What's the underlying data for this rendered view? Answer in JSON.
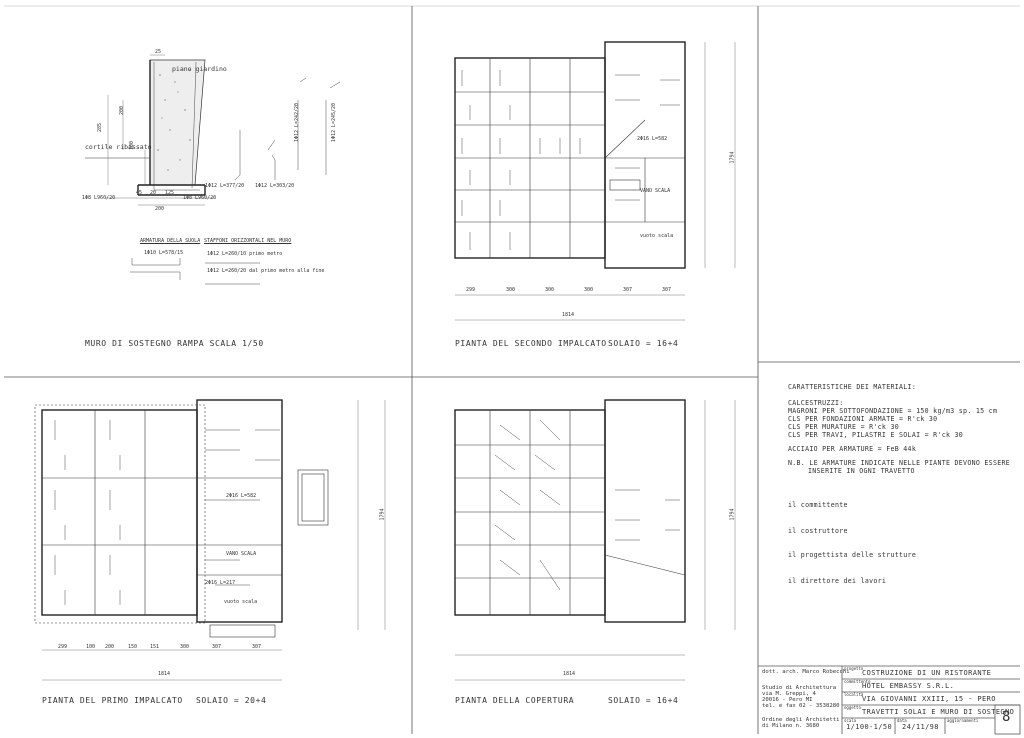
{
  "drawings": {
    "muro": {
      "caption": "MURO DI SOSTEGNO RAMPA SCALA 1/50",
      "piano_giardino": "piano giardino",
      "cortile": "cortile ribassato",
      "dims": [
        "25",
        "200",
        "285",
        "100",
        "45",
        "20",
        "125",
        "200"
      ],
      "bars": [
        "1Φ8 L960/20",
        "1Φ8 L960/20",
        "1Φ12 L=377/20",
        "1Φ12 L=303/20",
        "1Φ12 L=242/20",
        "1Φ12 L=245/20"
      ],
      "arm_suola": "ARMATURA DELLA SUOLA",
      "staffoni": "STAFFONI ORIZZONTALI NEL MURO",
      "suola_bar": "1Φ10 L=578/15",
      "muro_bar1": "1Φ12 L=260/10 primo metro",
      "muro_bar2": "1Φ12 L=260/20 dal primo metro alla fine"
    },
    "secondo": {
      "caption": "PIANTA DEL SECONDO IMPALCATO",
      "solaio": "SOLAIO = 16+4",
      "dims": [
        "299",
        "300",
        "300",
        "300",
        "307",
        "307"
      ],
      "total": "1814",
      "side": "1794",
      "vano": "VANO SCALA",
      "vuoto": "vuoto scala",
      "beam": "2Φ16 L=582"
    },
    "primo": {
      "caption": "PIANTA DEL PRIMO IMPALCATO",
      "solaio": "SOLAIO = 20+4",
      "dims": [
        "299",
        "100",
        "200",
        "150",
        "151",
        "300",
        "307",
        "307"
      ],
      "total": "1814",
      "side": "1794",
      "vano": "VANO SCALA",
      "vuoto": "vuoto scala",
      "beam": "2Φ16 L=582",
      "bar_217": "2Φ16 L=217"
    },
    "copertura": {
      "caption": "PIANTA DELLA COPERTURA",
      "solaio": "SOLAIO = 16+4",
      "total": "1814",
      "side": "1794"
    }
  },
  "materials": {
    "title": "CARATTERISTICHE DEI MATERIALI:",
    "lines": [
      "CALCESTRUZZI:",
      "MAGRONI PER SOTTOFONDAZIONE = 150 kg/m3 sp. 15 cm",
      "CLS PER FONDAZIONI ARMATE = R'ck 30",
      "CLS PER MURATURE = R'ck 30",
      "CLS PER TRAVI, PILASTRI E SOLAI = R'ck 30"
    ],
    "acciaio": "ACCIAIO PER ARMATURE = FeB 44k",
    "nb1": "N.B. LE ARMATURE INDICATE NELLE PIANTE DEVONO ESSERE",
    "nb2": "INSERITE IN OGNI TRAVETTO"
  },
  "roles": [
    "il committente",
    "il costruttore",
    "il progettista delle strutture",
    "il direttore dei lavori"
  ],
  "titleblock": {
    "studio": [
      "dott. arch. Marco Robecchi",
      "Studio di Architettura",
      "via M. Greppi, 4",
      "20016 - Pero MI",
      "tel. e fax 02 - 3538280",
      "Ordine degli Architetti",
      "di Milano n. 3680"
    ],
    "progetto": "COSTRUZIONE DI UN RISTORANTE",
    "committente": "HOTEL EMBASSY S.R.L.",
    "indirizzo": "VIA GIOVANNI XXIII, 15 - PERO",
    "oggetto": "TRAVETTI SOLAI E MURO DI SOSTEGNO",
    "scala": "1/100-1/50",
    "data": "24/11/98",
    "tavola": "8",
    "lbl_progetto": "progetto",
    "lbl_committente": "committente",
    "lbl_indirizzo": "località",
    "lbl_oggetto": "oggetto",
    "lbl_scala": "scala",
    "lbl_data": "data",
    "lbl_agg": "aggiornamenti"
  }
}
